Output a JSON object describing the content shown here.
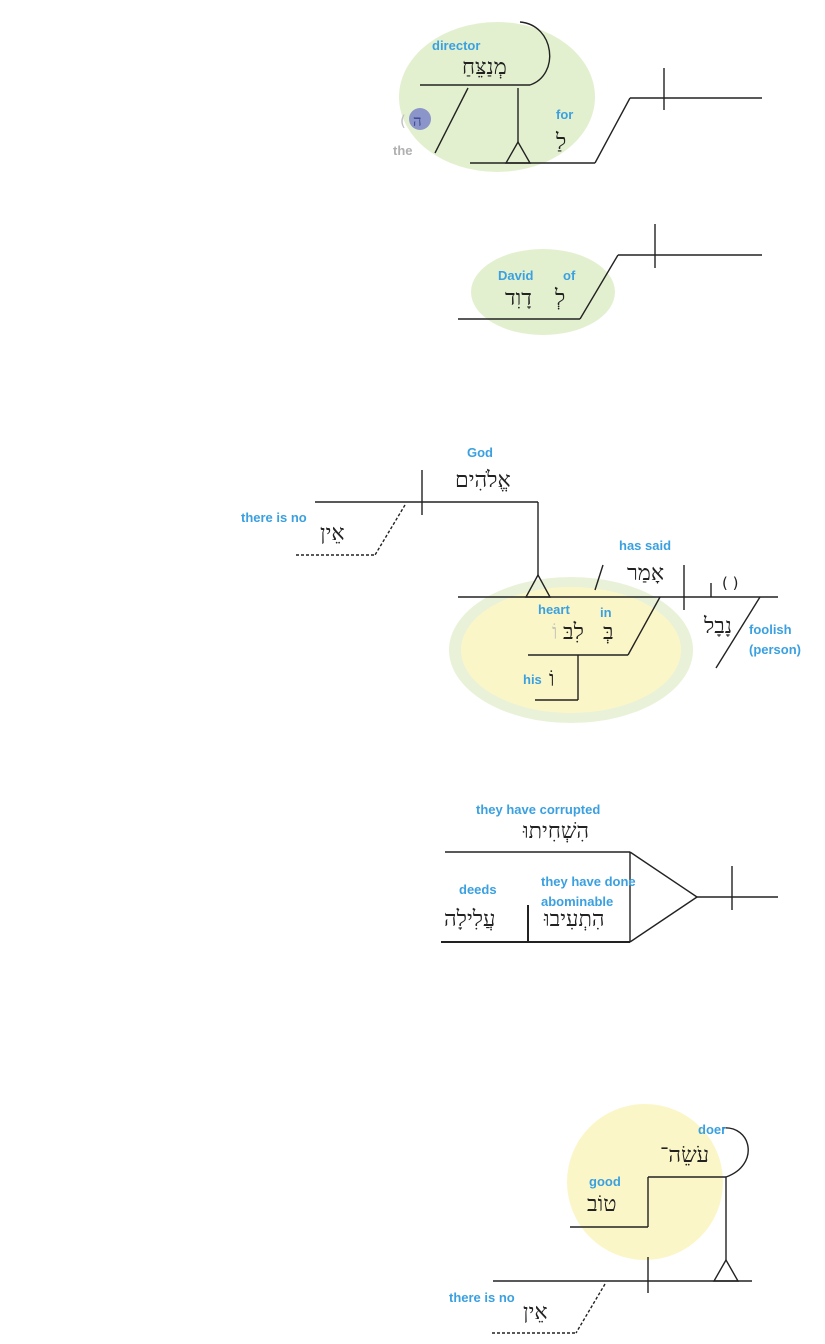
{
  "colors": {
    "gloss": "#3aa0e0",
    "green_highlight": "#e3f0cf",
    "yellow_highlight": "#fbf6c8",
    "dot": "#8b95c9"
  },
  "clause1": {
    "gloss_director": "director",
    "heb_director": "מְנַצֵּחַ",
    "gloss_the": "the",
    "heb_the": "ה",
    "paren_the": "(",
    "gloss_for": "for",
    "heb_for": "לַ"
  },
  "clause2": {
    "gloss_david": "David",
    "gloss_of": "of",
    "heb_of": "לְ",
    "heb_david": "דָוִד"
  },
  "clause3": {
    "gloss_god": "God",
    "heb_god": "אֱלֹהִים",
    "gloss_there_is_no": "there is no",
    "heb_there_is_no": "אֵין",
    "gloss_has_said": "has said",
    "heb_has_said": "אָמַר",
    "paren_empty": "( )",
    "gloss_heart": "heart",
    "gloss_in": "in",
    "heb_in": "בְּ",
    "heb_heart": "לִבּ",
    "heb_heart_suffix": "וֹ",
    "gloss_his": "his",
    "heb_his": "וֹ",
    "heb_foolish": "נָבָל",
    "gloss_foolish": "foolish",
    "gloss_person": "(person)"
  },
  "clause4": {
    "gloss_corrupted": "they have corrupted",
    "heb_corrupted": "הִשְׁחִיתוּ",
    "gloss_deeds": "deeds",
    "heb_deeds": "עֲלִילָה",
    "gloss_abominable_1": "they have done",
    "gloss_abominable_2": "abominable",
    "heb_abominable": "הִתְעִיבוּ"
  },
  "clause5": {
    "gloss_doer": "doer",
    "heb_doer": "עֹשֵׂה־",
    "gloss_good": "good",
    "heb_good": "טוֹב",
    "gloss_there_is_no": "there is no",
    "heb_there_is_no": "אֵין"
  }
}
